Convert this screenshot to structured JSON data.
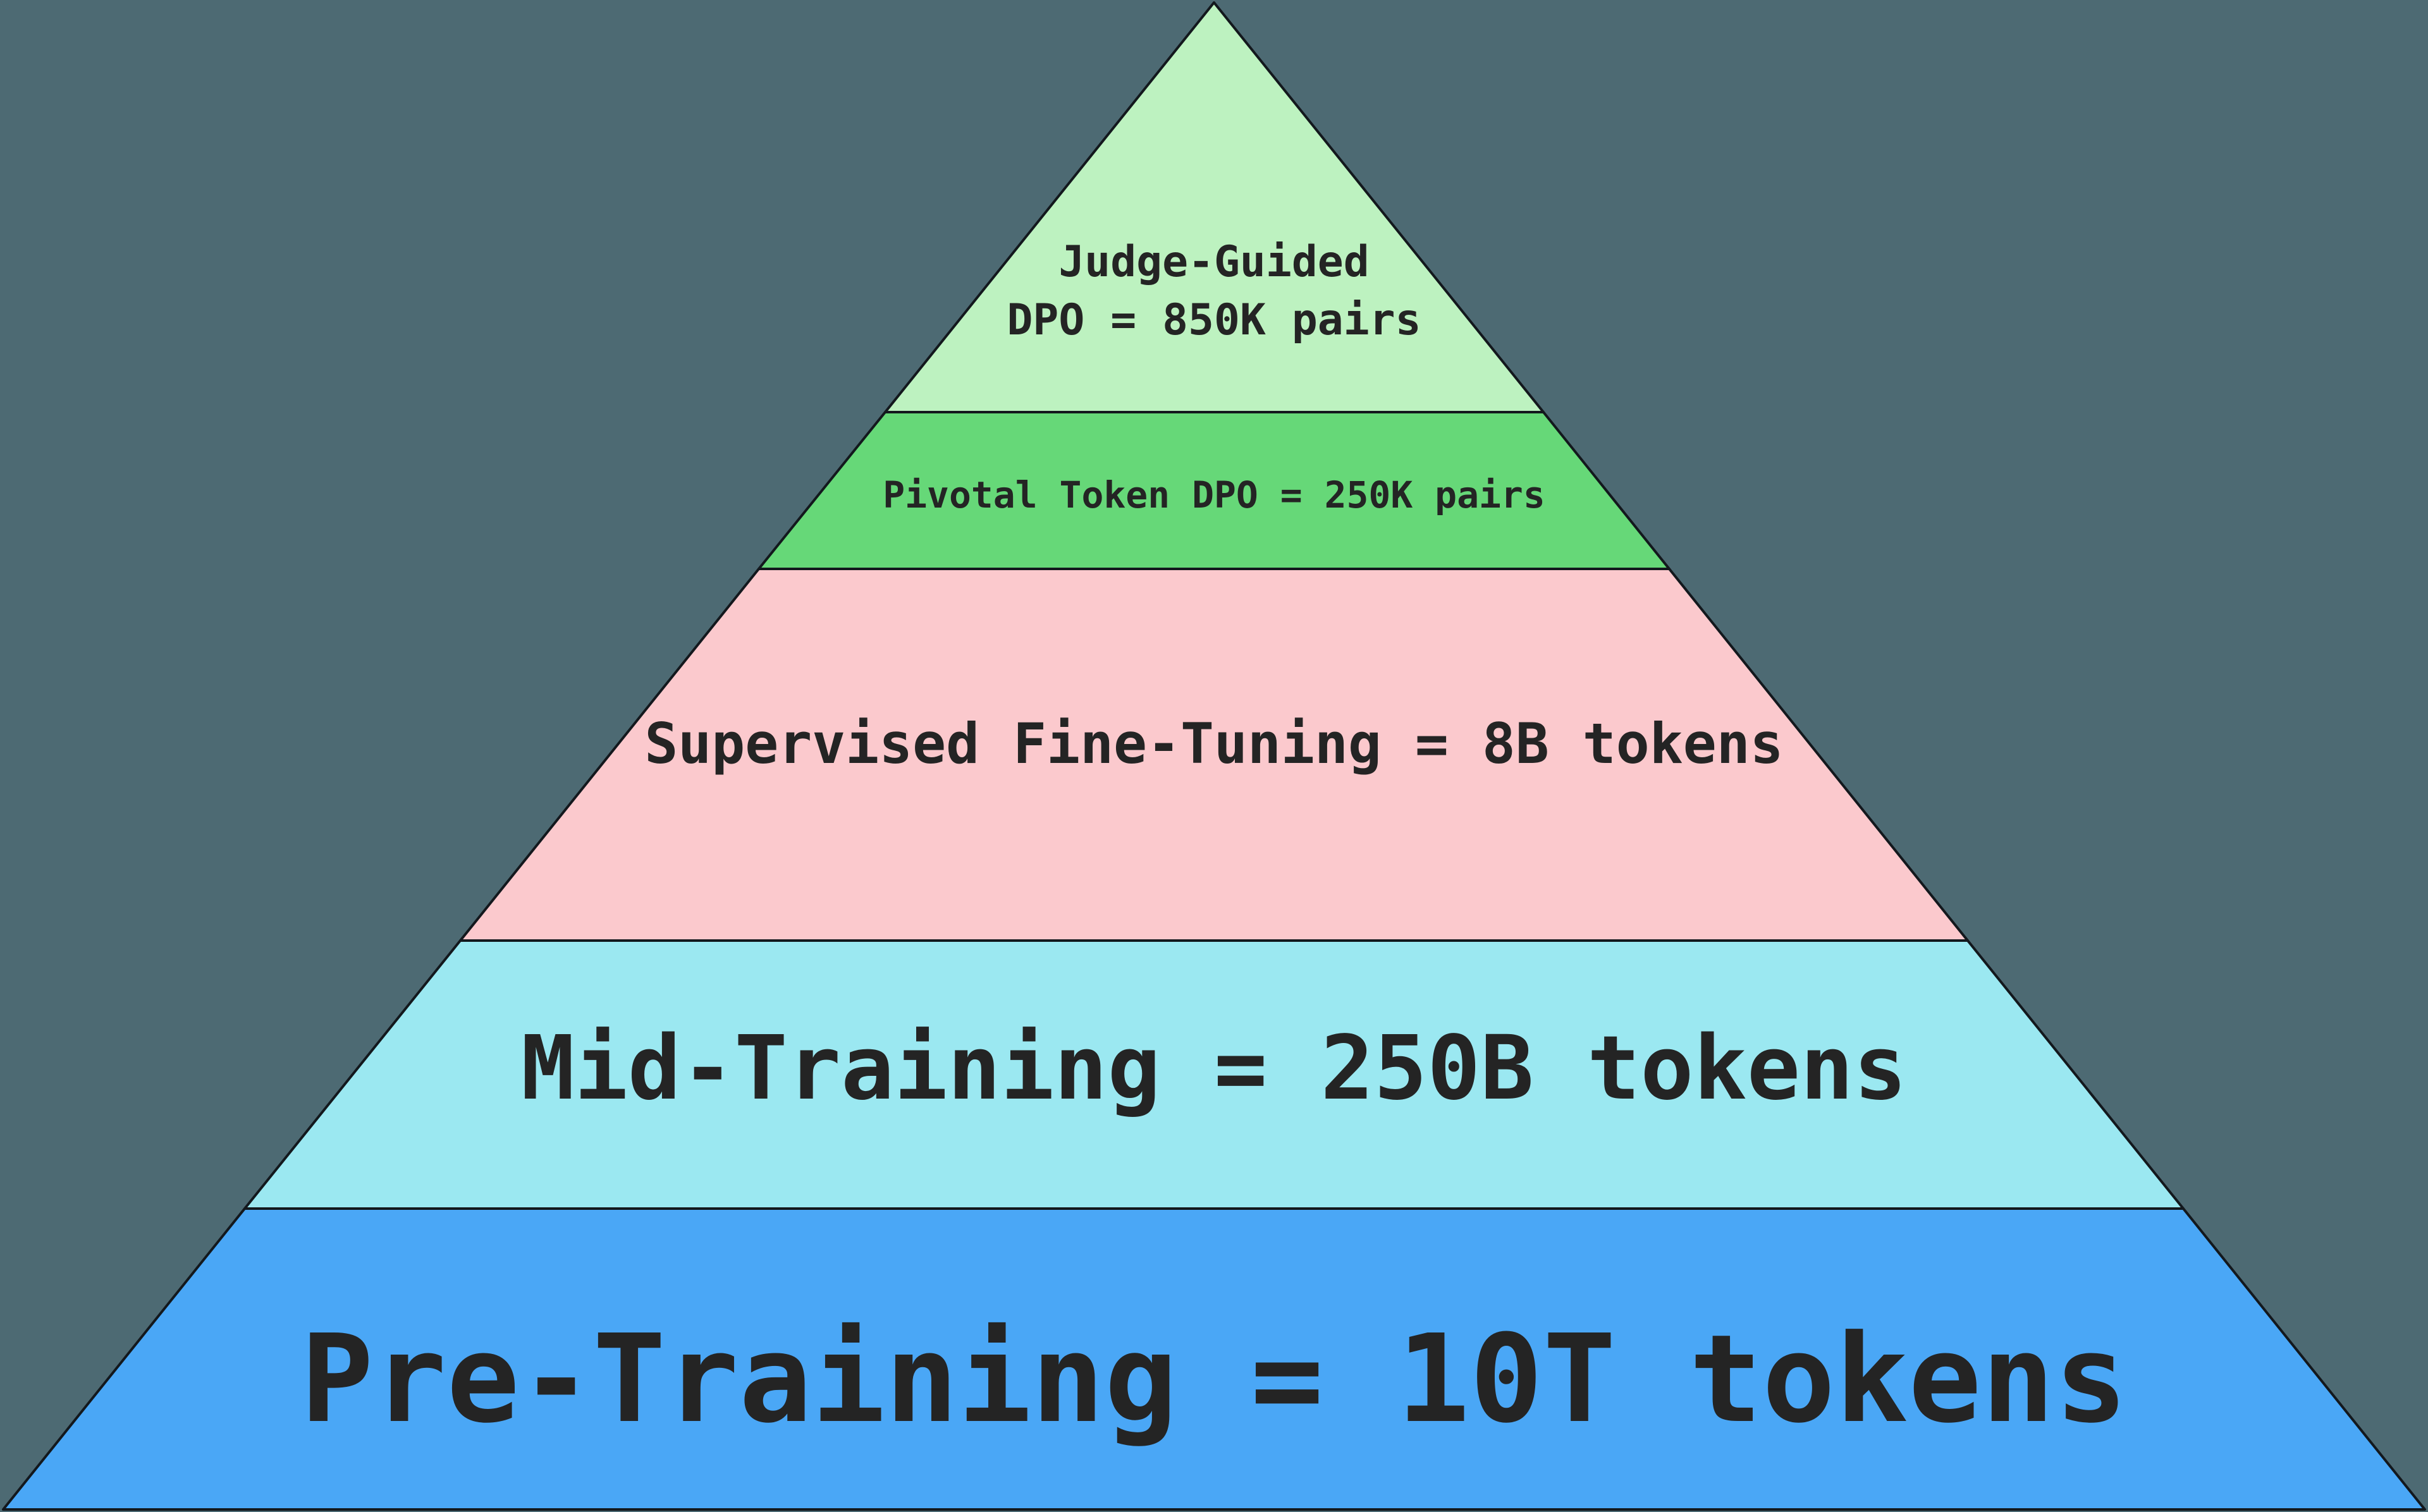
{
  "colors": {
    "background": "#4d6a73",
    "stroke": "#13181d",
    "text": "#242424"
  },
  "pyramid": {
    "levels": [
      {
        "id": "judge-guided-dpo",
        "stage": "Judge-Guided DPO",
        "amount": "850K pairs",
        "line1": "Judge-Guided",
        "line2": "DPO = 850K pairs",
        "fill": "#bdf2c0"
      },
      {
        "id": "pivotal-token-dpo",
        "stage": "Pivotal Token DPO",
        "amount": "250K pairs",
        "label": "Pivotal Token DPO = 250K pairs",
        "fill": "#66d878"
      },
      {
        "id": "supervised-fine-tuning",
        "stage": "Supervised Fine-Tuning",
        "amount": "8B tokens",
        "label": "Supervised Fine-Tuning = 8B tokens",
        "fill": "#fbc9cd"
      },
      {
        "id": "mid-training",
        "stage": "Mid-Training",
        "amount": "250B tokens",
        "label": "Mid-Training = 250B tokens",
        "fill": "#9be8f1"
      },
      {
        "id": "pre-training",
        "stage": "Pre-Training",
        "amount": "10T tokens",
        "label": "Pre-Training = 10T tokens",
        "fill": "#4aa7f6"
      }
    ]
  }
}
